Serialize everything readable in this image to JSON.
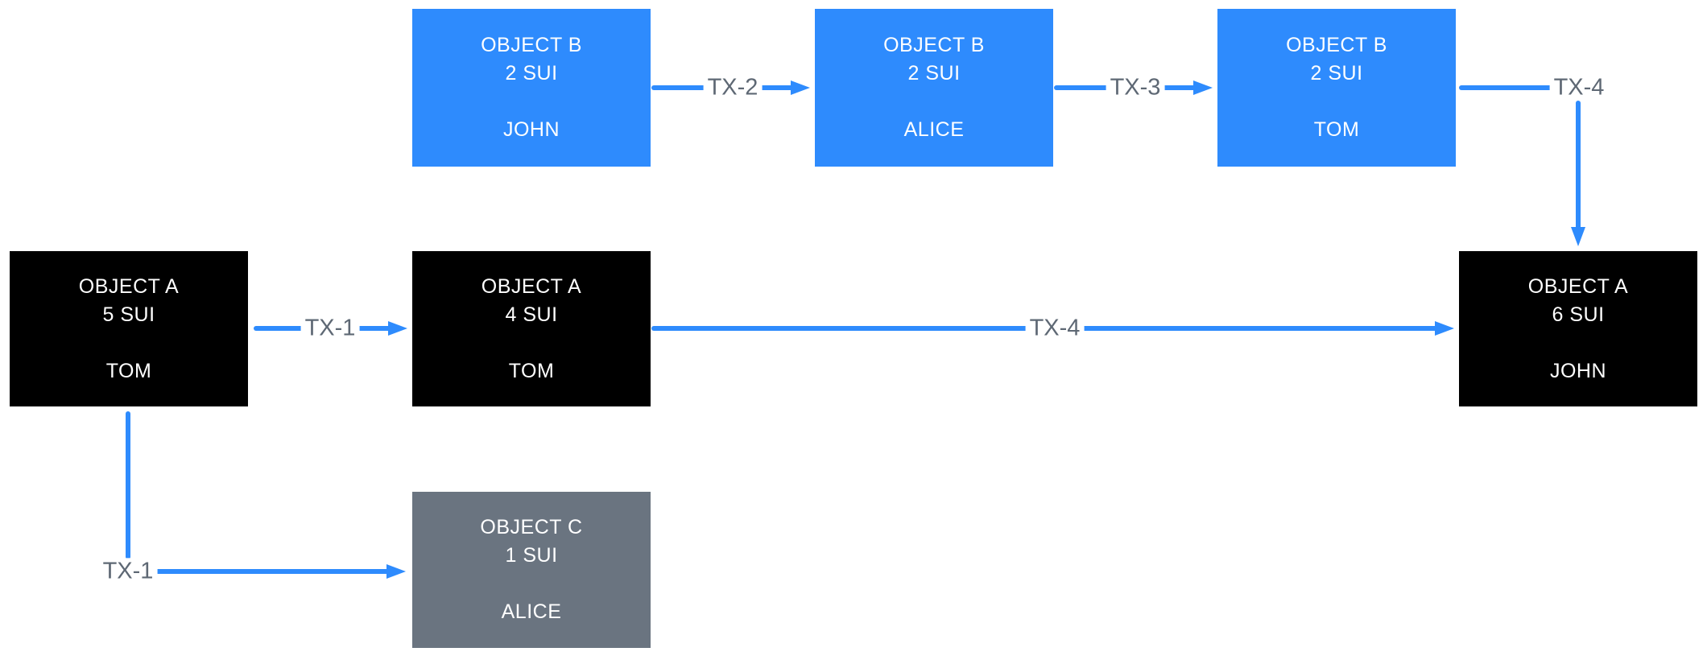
{
  "colors": {
    "blue": "#2E8BFD",
    "black": "#000000",
    "gray": "#6A7480",
    "label": "#5E6874",
    "nodetext": "#FFFFFF",
    "background": "#FFFFFF"
  },
  "diagram": {
    "nodes": {
      "b1": {
        "title": "OBJECT B",
        "amount": "2 SUI",
        "owner": "JOHN"
      },
      "b2": {
        "title": "OBJECT B",
        "amount": "2 SUI",
        "owner": "ALICE"
      },
      "b3": {
        "title": "OBJECT B",
        "amount": "2 SUI",
        "owner": "TOM"
      },
      "a1": {
        "title": "OBJECT A",
        "amount": "5 SUI",
        "owner": "TOM"
      },
      "a2": {
        "title": "OBJECT A",
        "amount": "4 SUI",
        "owner": "TOM"
      },
      "a3": {
        "title": "OBJECT A",
        "amount": "6 SUI",
        "owner": "JOHN"
      },
      "c1": {
        "title": "OBJECT C",
        "amount": "1 SUI",
        "owner": "ALICE"
      }
    },
    "edges": {
      "tx1_main": {
        "label": "TX-1"
      },
      "tx1_split": {
        "label": "TX-1"
      },
      "tx2": {
        "label": "TX-2"
      },
      "tx3": {
        "label": "TX-3"
      },
      "tx4_down": {
        "label": "TX-4"
      },
      "tx4_main": {
        "label": "TX-4"
      }
    }
  }
}
